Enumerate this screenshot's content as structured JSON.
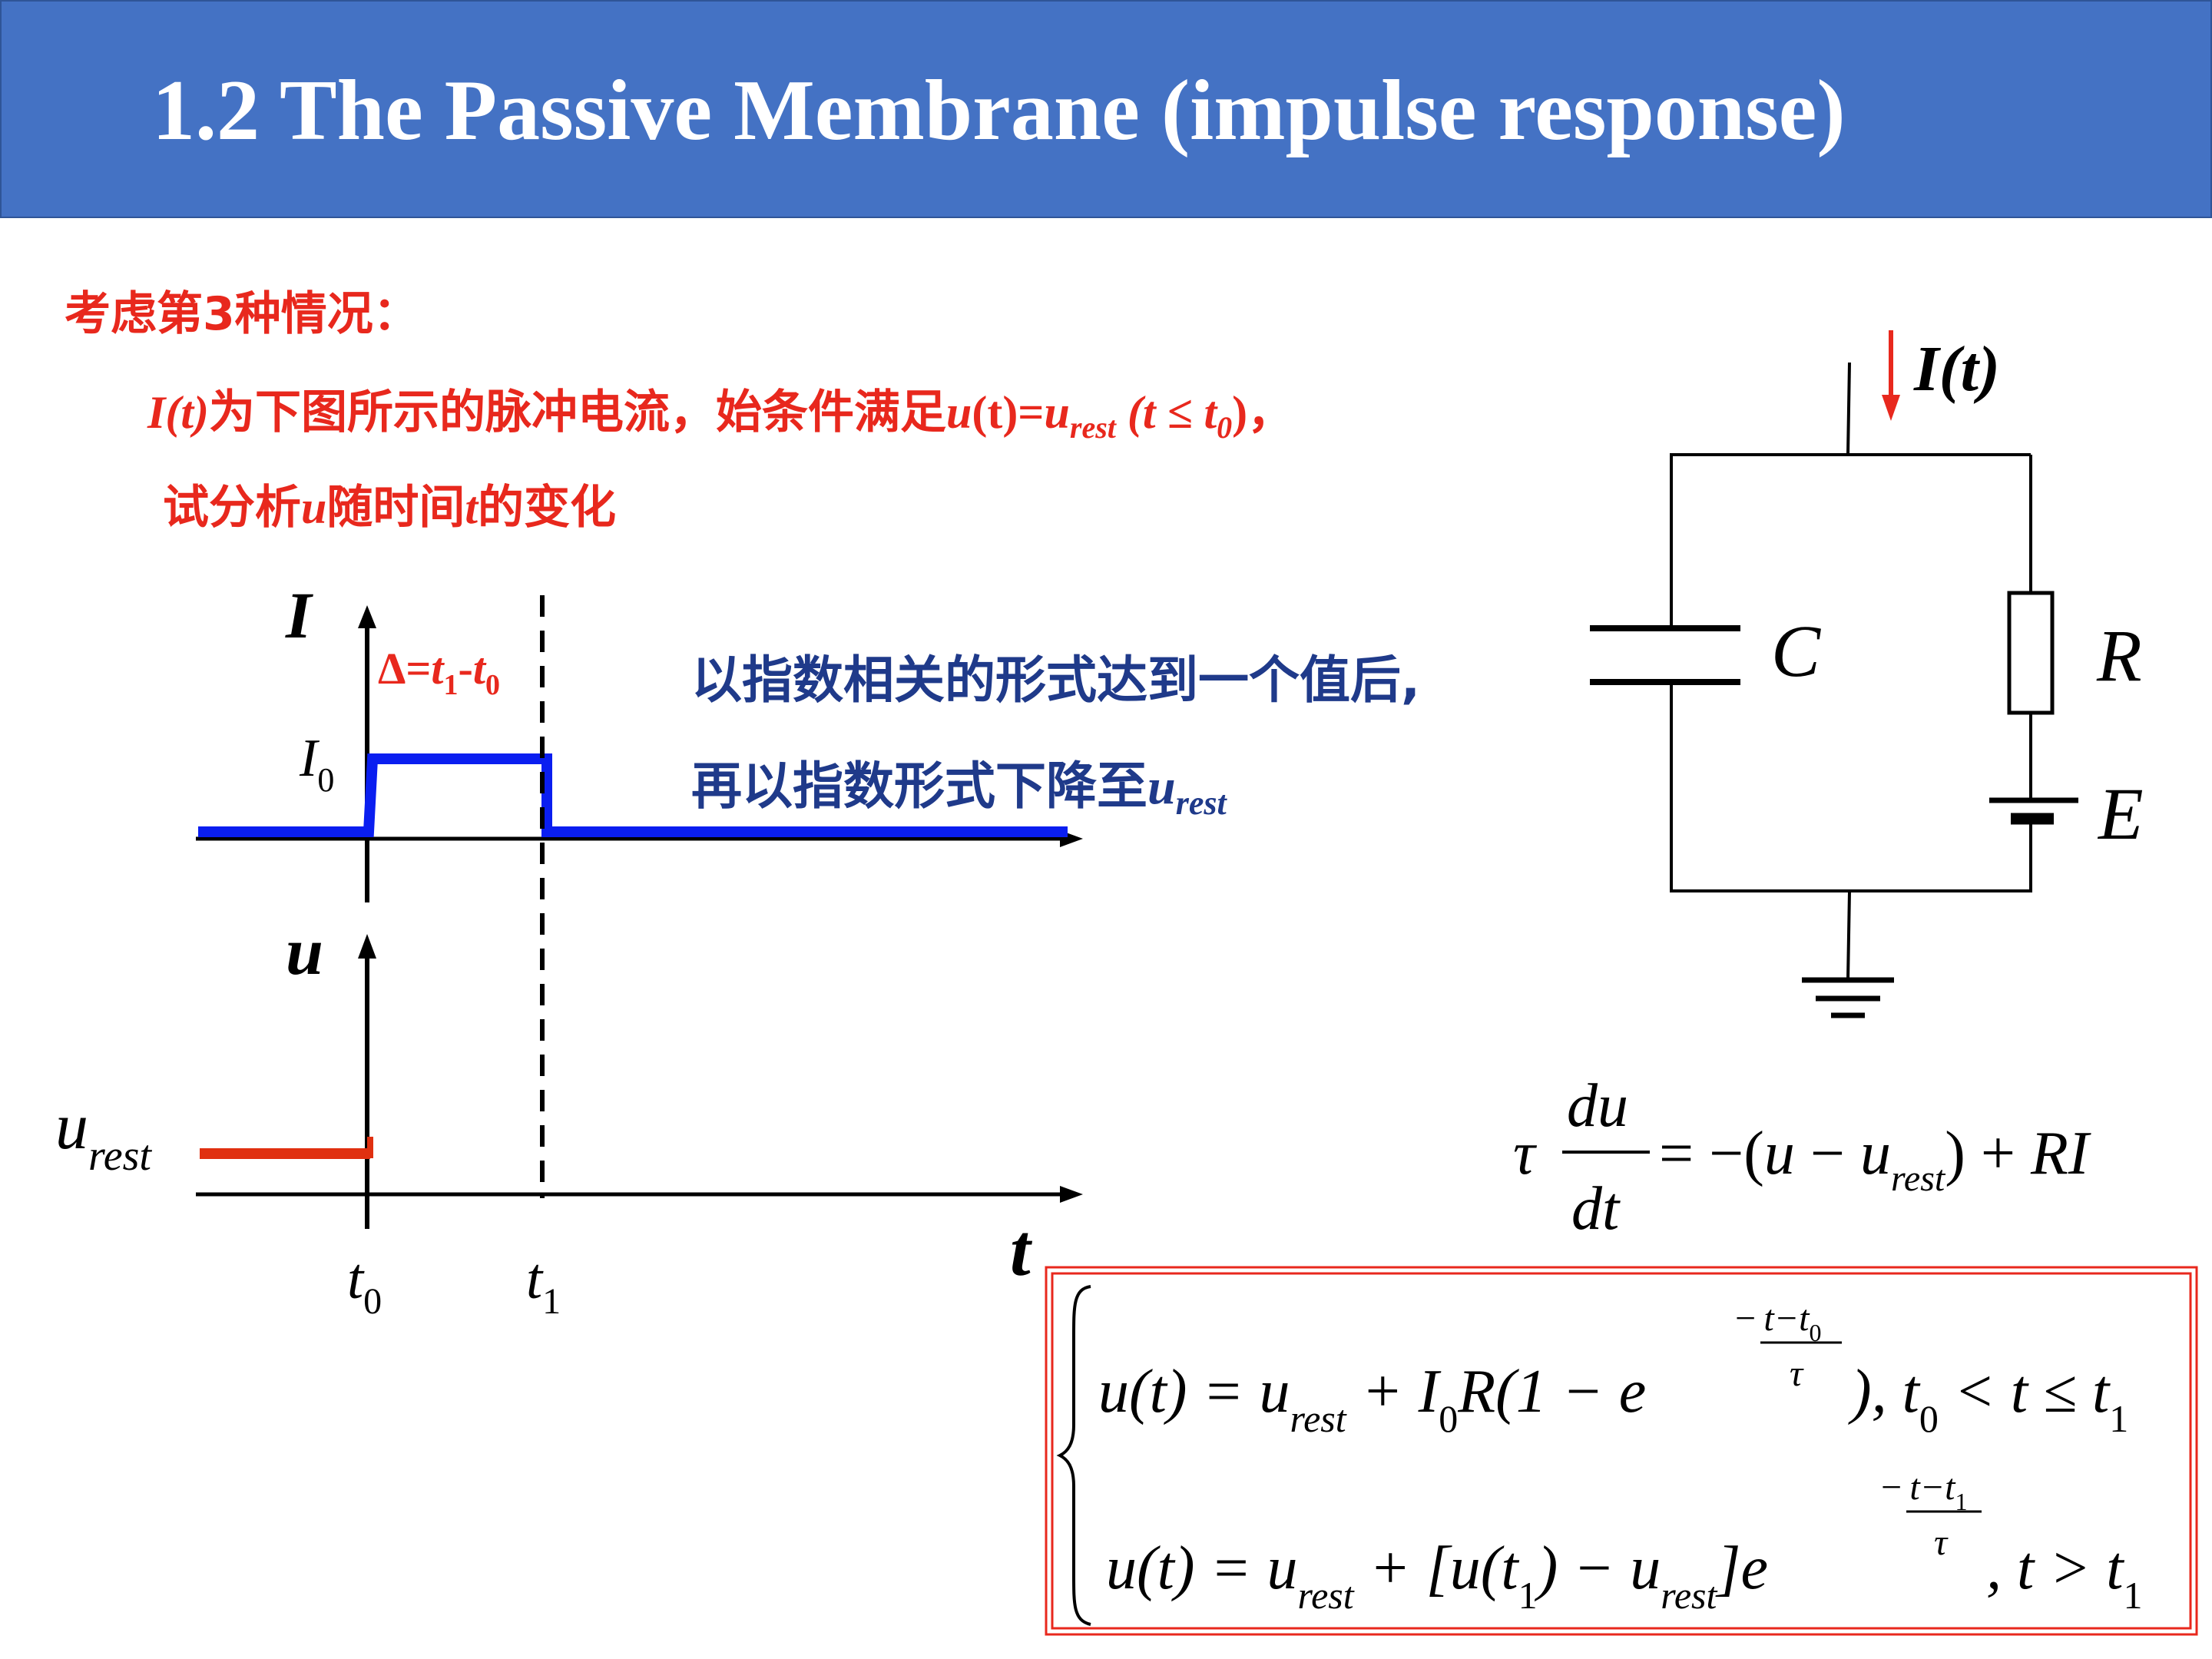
{
  "header": {
    "title": "1.2 The Passive Membrane (impulse response)"
  },
  "intro": {
    "line1": "考虑第3种情况：",
    "line2_a": "I(t)",
    "line2_b": "为下图所示的脉冲电流，始条件满足",
    "line2_c": "u",
    "line2_d": "(t)=",
    "line2_e": "u",
    "line2_f": "rest",
    "line2_g": " (t ≤ t",
    "line2_h": "0",
    "line2_i": ")，",
    "line3_a": "试分析",
    "line3_b": "u",
    "line3_c": "随时间",
    "line3_d": "t",
    "line3_e": "的变化"
  },
  "description": {
    "line1": "以指数相关的形式达到一个值后,",
    "line2_a": "再以指数形式下降至",
    "line2_b": "u",
    "line2_c": "rest"
  },
  "plot": {
    "current_axis": "I",
    "current_level": "I",
    "current_level_sub": "0",
    "delta_a": "Δ=",
    "delta_b": "t",
    "delta_c": "1",
    "delta_d": "-",
    "delta_e": "t",
    "delta_f": "0",
    "voltage_axis": "u",
    "rest_label": "u",
    "rest_label_sub": "rest",
    "time_axis": "t",
    "t0": "t",
    "t0_sub": "0",
    "t1": "t",
    "t1_sub": "1",
    "colors": {
      "current": "#0a1ef0",
      "rest": "#e03010",
      "delta": "#e8281d"
    }
  },
  "circuit": {
    "source_label": "I(t)",
    "capacitor": "C",
    "resistor": "R",
    "battery": "E",
    "arrow_color": "#e8281d"
  },
  "equation": {
    "tau": "τ",
    "du": "du",
    "dt": "dt",
    "rhs_1": "= −(",
    "rhs_u": "u",
    "rhs_minus": " − ",
    "rhs_urest": "u",
    "rhs_rest": "rest",
    "rhs_2": ") + ",
    "rhs_RI": "RI"
  },
  "solution": {
    "line1_lhs": "u(t) = u",
    "line1_rest": "rest",
    "line1_mid": " + I",
    "line1_sub0": "0",
    "line1_r": "R(1 − e",
    "line1_close": "), t",
    "line1_cond_sub": "0",
    "line1_cond": " < t ≤ t",
    "line1_cond_sub1": "1",
    "exp1_num": "t−t",
    "exp1_num_sub": "0",
    "exp1_den": "τ",
    "exp_minus": "−",
    "line2_lhs": "u(t) = u",
    "line2_rest": "rest",
    "line2_mid": " + [u(t",
    "line2_sub1": "1",
    "line2_mid2": ") − u",
    "line2_rest2": "rest",
    "line2_e": "]e",
    "line2_cond": ", t > t",
    "line2_cond_sub": "1",
    "exp2_num": "t−t",
    "exp2_num_sub": "1",
    "exp2_den": "τ",
    "border_color": "#e8281d"
  }
}
